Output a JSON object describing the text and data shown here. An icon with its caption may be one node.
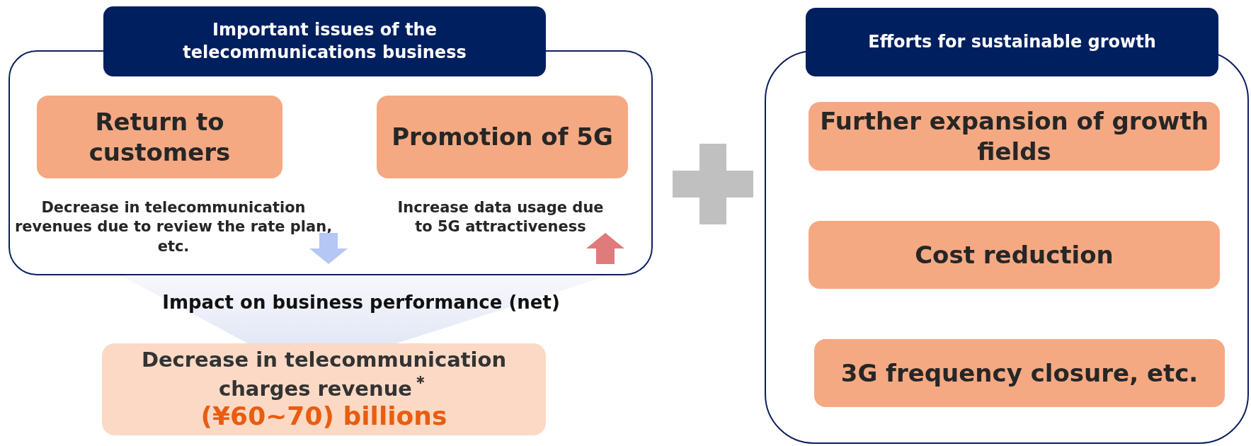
{
  "diagram": {
    "nodes": [
      {
        "text": [
          "Important issues of the telecommunications business"
        ]
      },
      {
        "text": [
          "Return to customers"
        ],
        "in": 0,
        "beside": [
          "Decrease in telecommunication revenues due to review the rate plan, etc."
        ]
      },
      {
        "text": [
          "Promotion of 5G"
        ],
        "in": 0,
        "beside": [
          "Increase data usage due to 5G attractiveness"
        ]
      },
      {
        "text": [
          "Decrease in telecommunication charges revenue$^{＊}$",
          "(¥60~70) billions"
        ]
      },
      {
        "text": [
          "Efforts for sustainable growth"
        ]
      },
      {
        "text": [
          "Further expansion of growth fields"
        ],
        "in": 4
      },
      {
        "text": [
          "Cost reduction"
        ],
        "in": 4
      },
      {
        "text": [
          "3G frequency closure, etc."
        ],
        "in": 4
      }
    ],
    "labels": [
      "Impact on business performance (net)"
    ]
  }
}
